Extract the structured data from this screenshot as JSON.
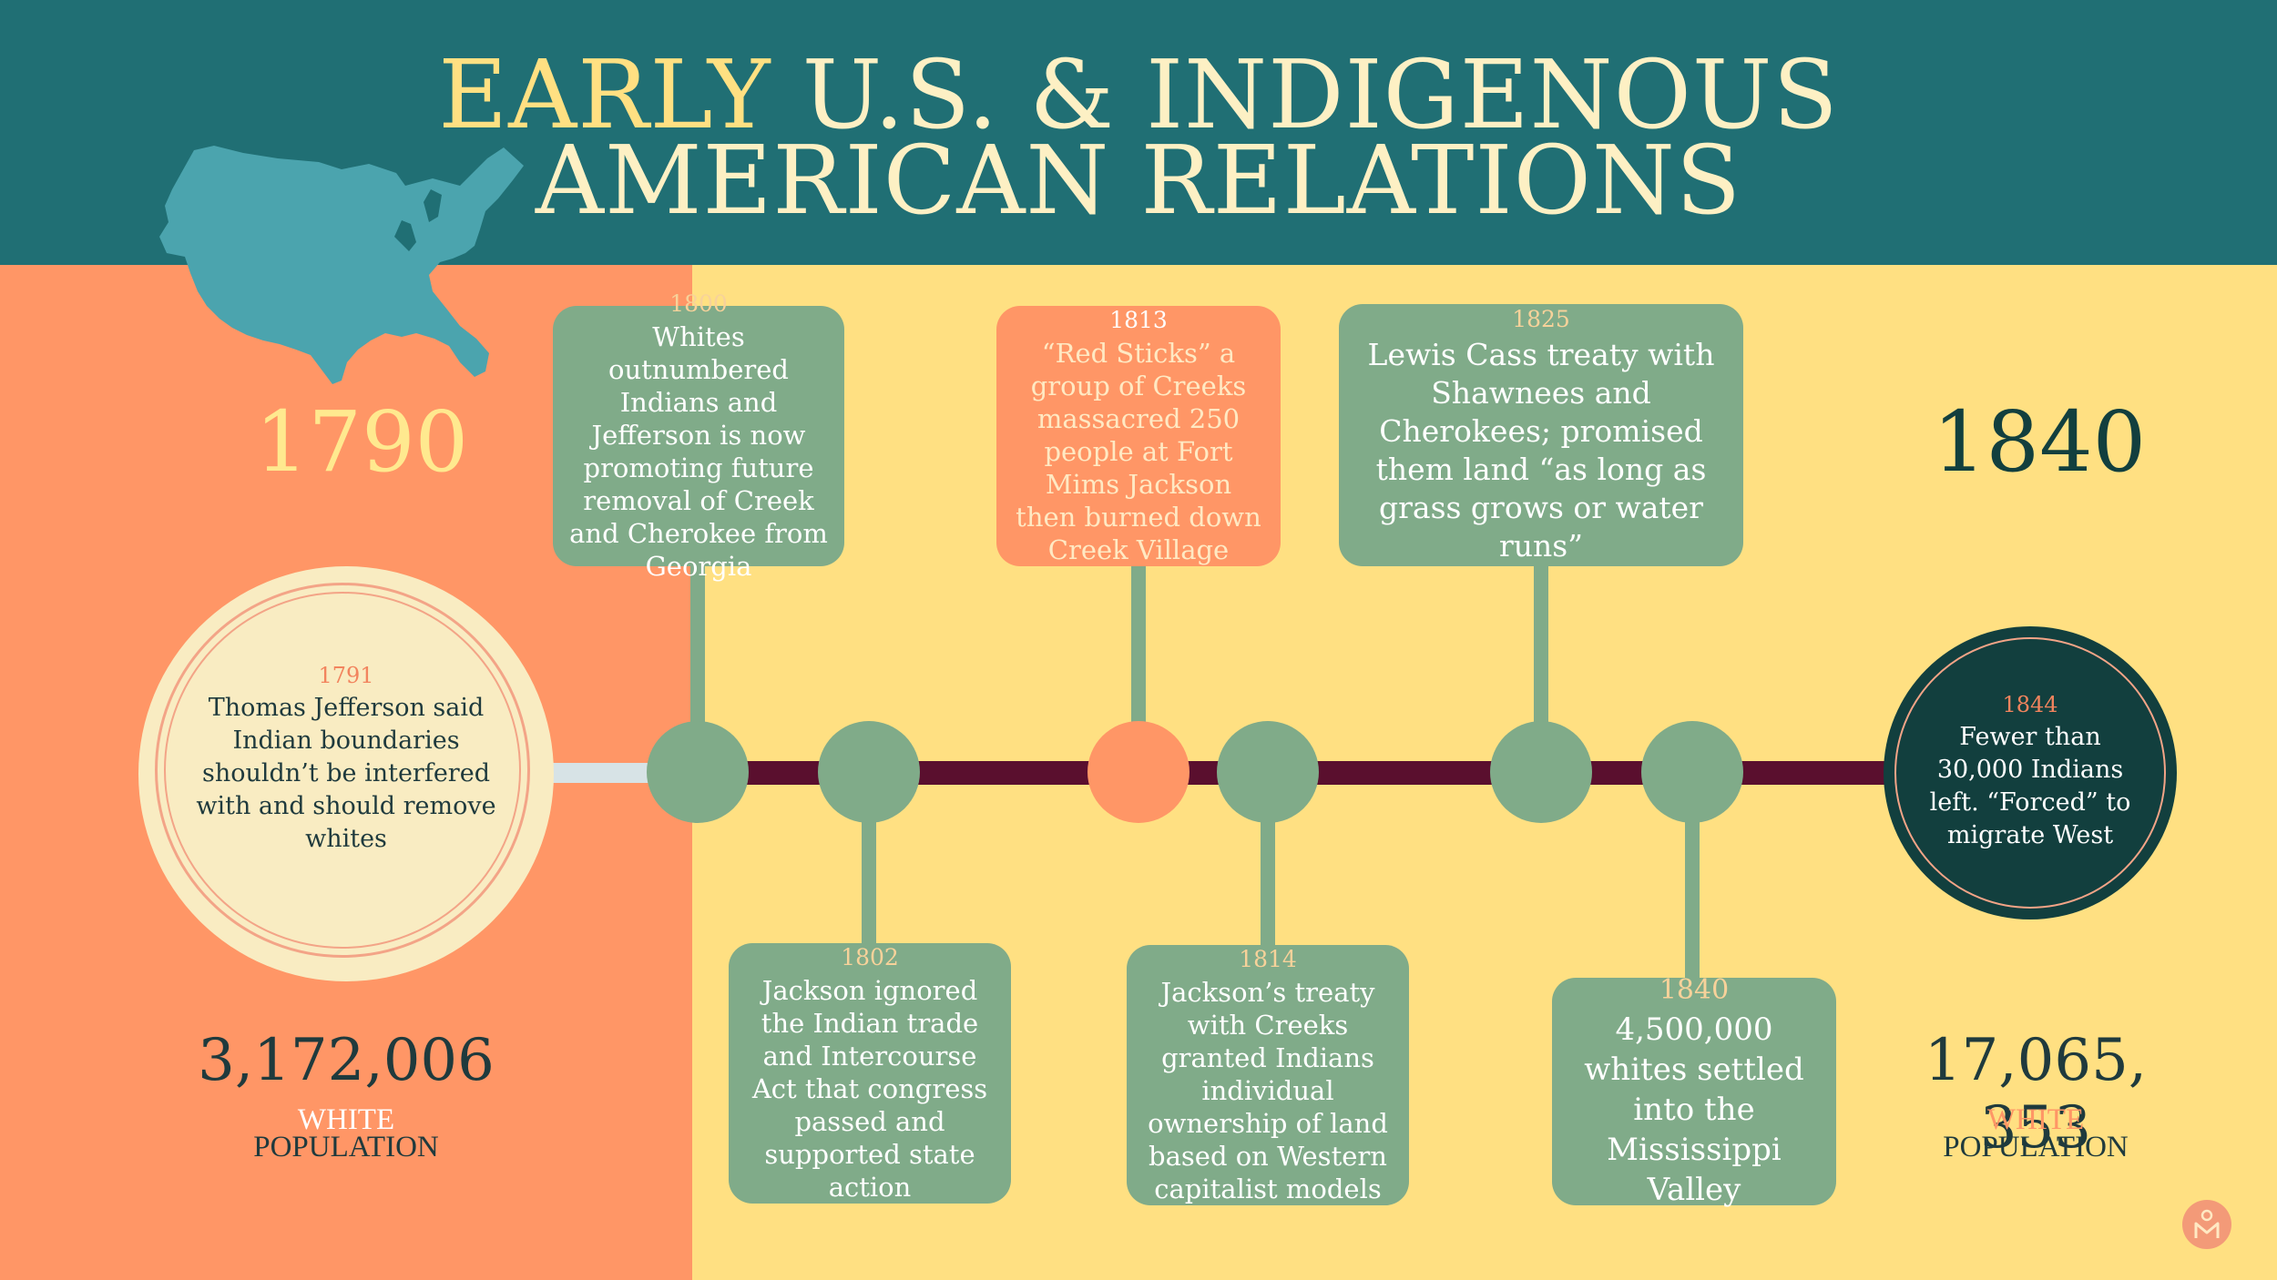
{
  "header": {
    "title_line1_accent": "EARLY",
    "title_line1_rest": " U.S. & INDIGENOUS",
    "title_line2": "AMERICAN RELATIONS"
  },
  "colors": {
    "header_bg": "#206f74",
    "left_bg": "#ff9666",
    "right_bg": "#ffe082",
    "card_green": "#80ab89",
    "card_orange": "#ff9666",
    "timeline_line": "#5a0f2e",
    "timeline_start": "#d7e3e6",
    "dark_circle": "#123f3e",
    "cream_circle": "#f9ecc2"
  },
  "start": {
    "year": "1790",
    "population": "3,172,006",
    "label_line1": "WHITE",
    "label_line2": "POPULATION"
  },
  "end": {
    "year": "1840",
    "population": "17,065, 353",
    "label_line1": "WHITE",
    "label_line2": "POPULATION"
  },
  "events": {
    "e1791": {
      "year": "1791",
      "text": "Thomas Jefferson said Indian boundaries shouldn’t be interfered with and should remove whites"
    },
    "e1800": {
      "year": "1800",
      "text": "Whites outnumbered Indians and Jefferson is now promoting future removal of Creek and Cherokee from Georgia"
    },
    "e1802": {
      "year": "1802",
      "text": "Jackson ignored the Indian trade and Intercourse Act that congress passed and supported state action"
    },
    "e1813": {
      "year": "1813",
      "text": "“Red Sticks” a group of Creeks massacred 250 people at Fort Mims Jackson then burned down Creek Village"
    },
    "e1814": {
      "year": "1814",
      "text": "Jackson’s treaty with Creeks granted Indians individual ownership of land based on Western capitalist models"
    },
    "e1825": {
      "year": "1825",
      "text": "Lewis Cass treaty with Shawnees and Cherokees; promised them land “as long as grass grows or water runs”"
    },
    "e1840": {
      "year": "1840",
      "text": "4,500,000 whites settled into the Mississippi Valley"
    },
    "e1844": {
      "year": "1844",
      "text": "Fewer than 30,000 Indians left. “Forced” to migrate West"
    }
  },
  "icons": {
    "map": "usa-map-icon",
    "logo": "brand-logo-icon"
  }
}
